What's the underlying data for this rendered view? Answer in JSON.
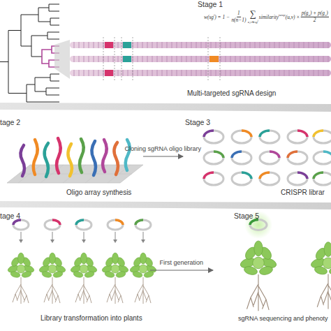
{
  "diagram": {
    "nodes": [
      {
        "text": [
          "Stage 1",
          "Multi-targeted sgRNA design"
        ]
      },
      {
        "text": [
          "tage 2",
          "Oligo array synthesis"
        ]
      },
      {
        "text": [
          "Stage 3",
          "CRISPR librar"
        ]
      },
      {
        "text": [
          "tage 4",
          "Library transformation into plants"
        ]
      },
      {
        "text": [
          "Stage 5",
          "sgRNA sequencing and phenoty"
        ]
      }
    ],
    "edges": [
      {
        "from": 1,
        "to": 2,
        "arrow": "to",
        "label": "Cloning sgRNA oligo library"
      },
      {
        "from": 3,
        "to": 4,
        "arrow": "to",
        "label": "First generation"
      }
    ],
    "labels": [
      "w(sg",
      "i",
      ") = 1 −",
      "1",
      "n(n−1)",
      "∑",
      "u,v∈sg",
      "i",
      "similarity",
      "temp",
      "(u,v) ×",
      "p(g",
      "u",
      ") + p(g",
      "v",
      ")",
      "2"
    ]
  }
}
